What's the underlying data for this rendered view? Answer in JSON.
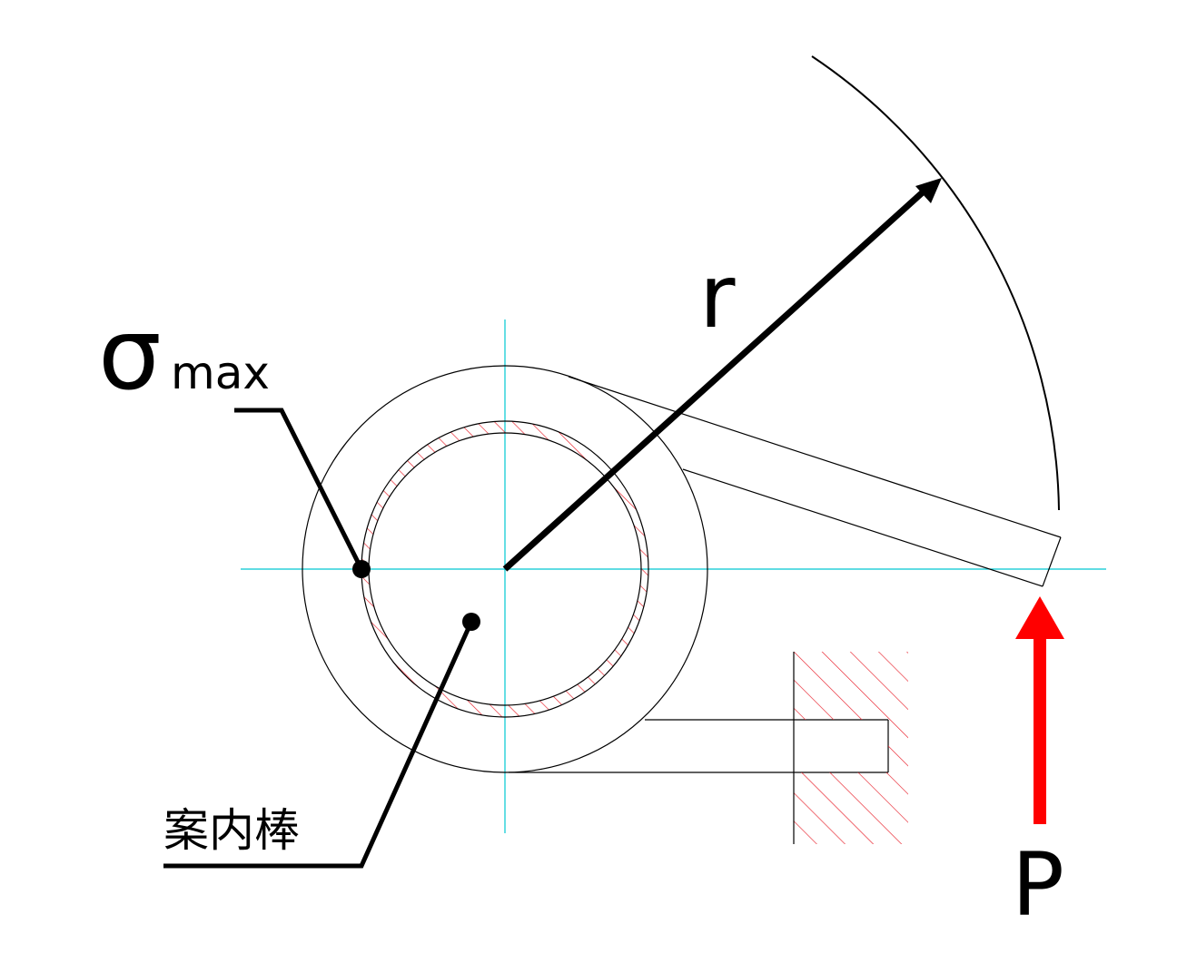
{
  "labels": {
    "sigma_symbol": "σ",
    "sigma_subscript": "max",
    "radius": "r",
    "force": "P",
    "guide_rod": "案内棒"
  },
  "colors": {
    "outline": "#000000",
    "center_line": "#00c8d2",
    "hatch": "#e8202a",
    "force_arrow": "#ff0000"
  }
}
